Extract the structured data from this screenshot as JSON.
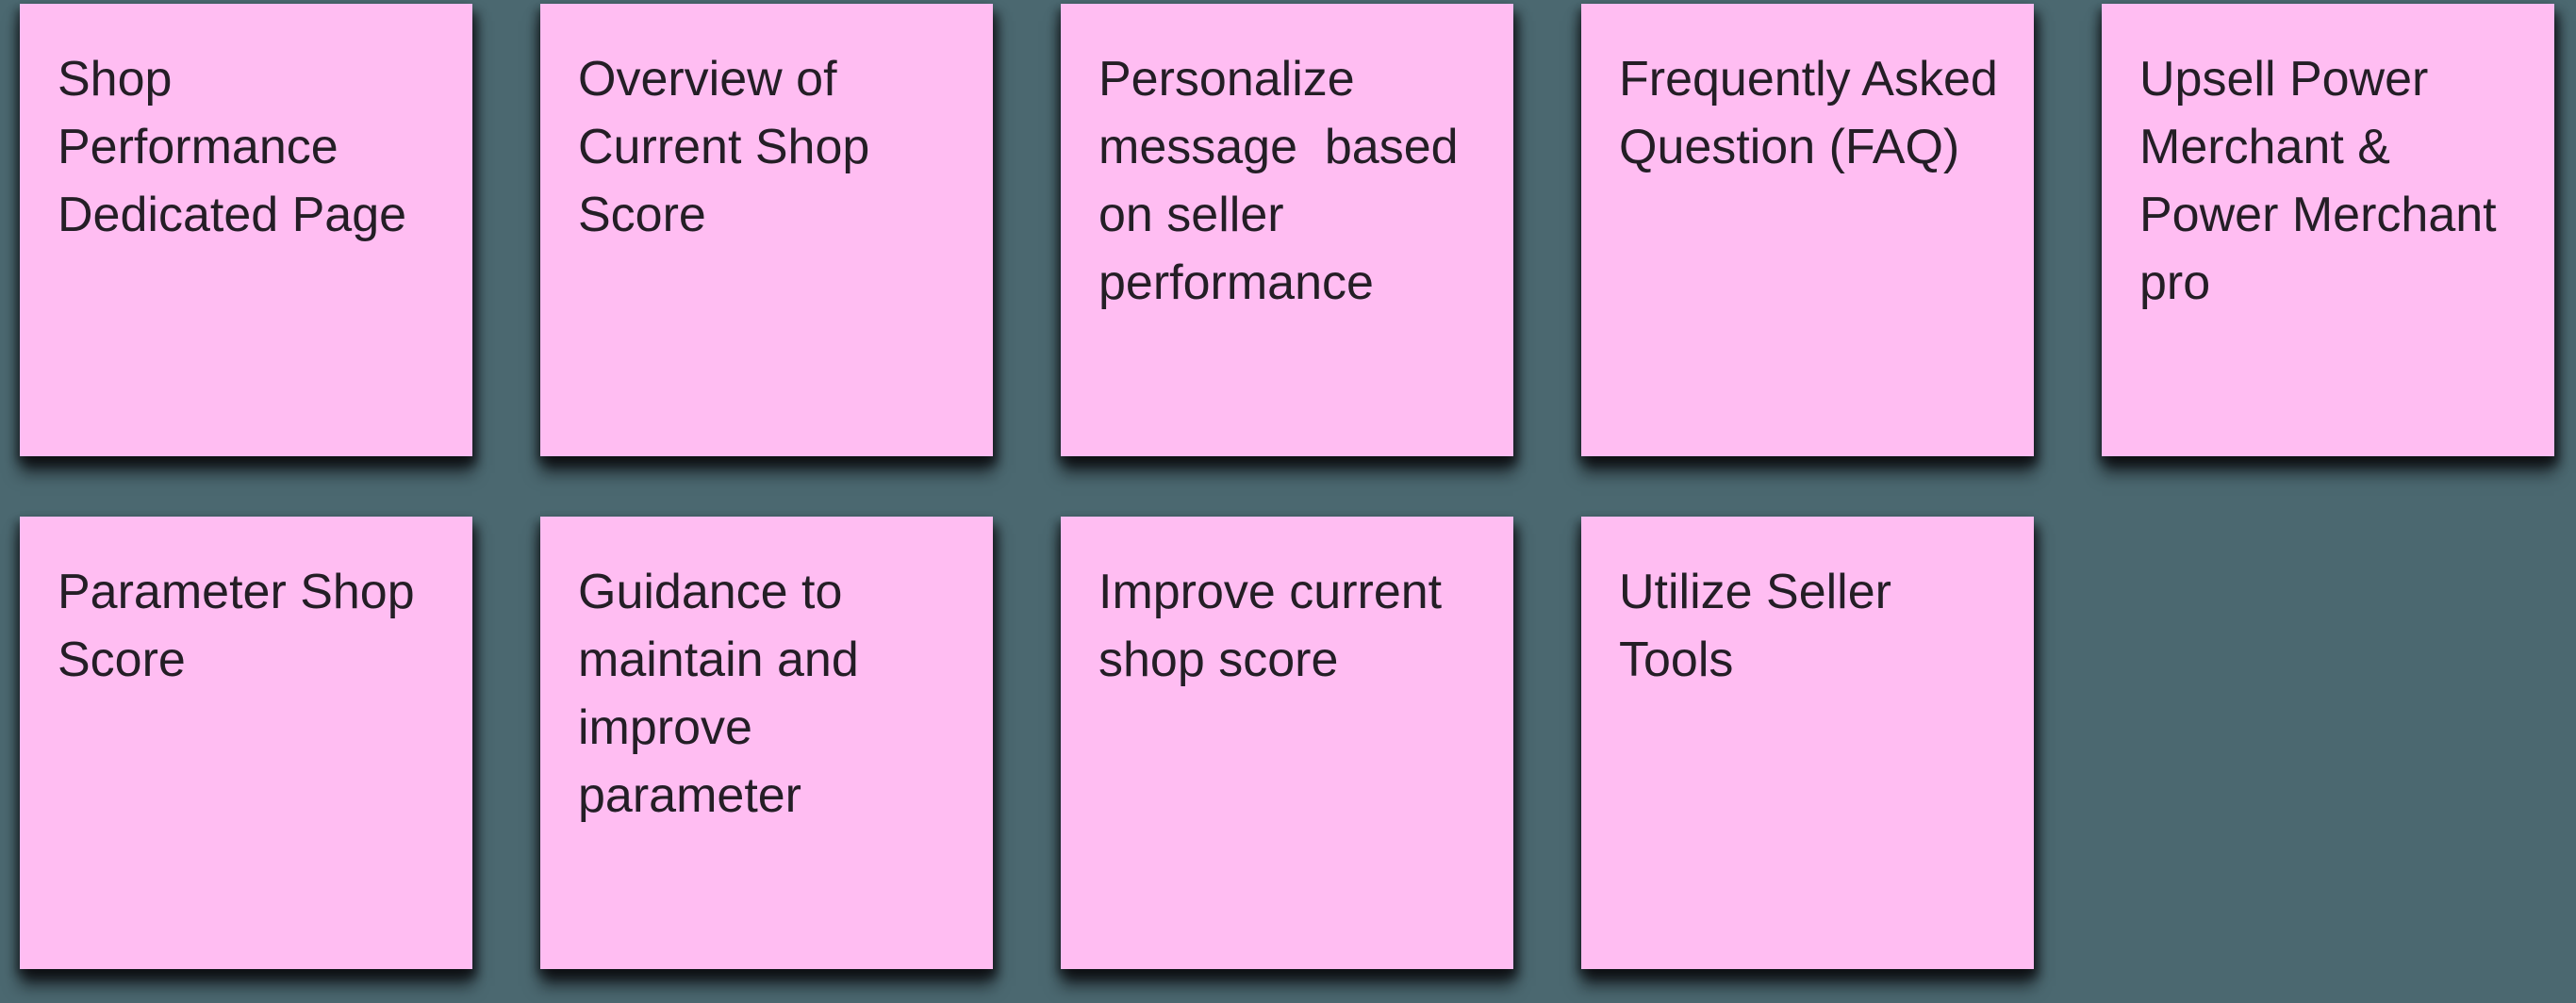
{
  "canvas": {
    "background_color": "#4b6870",
    "note_color": "#ffbdf2",
    "note_text_color": "#241e26"
  },
  "notes": [
    {
      "row": 1,
      "text": "Shop\nPerformance\nDedicated Page"
    },
    {
      "row": 1,
      "text": "Overview of\nCurrent Shop\nScore"
    },
    {
      "row": 1,
      "text": "Personalize\nmessage  based\non seller\nperformance"
    },
    {
      "row": 1,
      "text": "Frequently Asked\nQuestion (FAQ)"
    },
    {
      "row": 1,
      "text": "Upsell Power\nMerchant &\nPower Merchant\npro"
    },
    {
      "row": 2,
      "text": "Parameter Shop\nScore"
    },
    {
      "row": 2,
      "text": "Guidance to\nmaintain and\nimprove\nparameter"
    },
    {
      "row": 2,
      "text": "Improve current\nshop score"
    },
    {
      "row": 2,
      "text": "Utilize Seller\nTools"
    }
  ]
}
